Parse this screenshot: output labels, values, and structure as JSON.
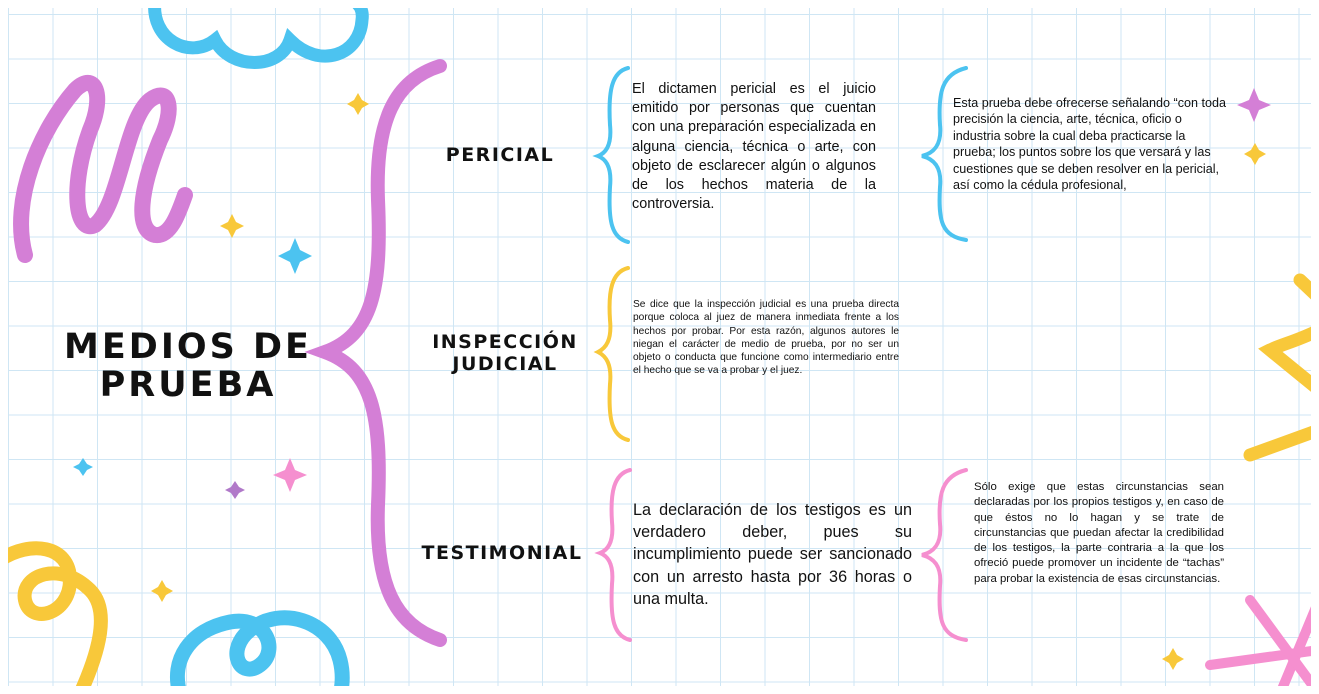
{
  "title": "MEDIOS DE PRUEBA",
  "colors": {
    "purple": "#d47fd6",
    "blue": "#4cc3f0",
    "yellow": "#f8c83a",
    "pink": "#f58fcf",
    "grid": "#cfe6f4"
  },
  "categories": {
    "pericial": {
      "label": "PERICIAL",
      "definition": "El dictamen pericial es el juicio emitido por personas que cuentan con una preparación especializada en alguna ciencia, técnica o arte, con objeto de esclarecer algún o algunos de los hechos materia de la controversia.",
      "requirement": "Esta prueba debe ofrecerse señalando “con toda precisión la ciencia, arte, técnica, oficio o industria sobre la cual deba practicarse la prueba; los puntos sobre los que versará y las cuestiones que se deben resolver en la pericial, así como la cédula profesional,"
    },
    "inspeccion": {
      "label": "INSPECCIÓN JUDICIAL",
      "definition": "Se dice que la inspección judicial es una prueba directa porque coloca al juez de manera inmediata frente a los hechos por probar. Por esta razón, algunos autores le niegan el carácter de medio de prueba, por no ser un objeto o conducta que funcione como intermediario entre el hecho que se va a probar y el juez."
    },
    "testimonial": {
      "label": "TESTIMONIAL",
      "definition": "La declaración de los testigos es un verdadero deber, pues su incumplimiento puede ser sancionado con un arresto hasta por 36 horas o una multa.",
      "requirement": "Sólo exige que estas circunstancias sean declaradas por los propios testigos y, en caso de que éstos no lo hagan y se trate de circunstancias que puedan afectar la credibilidad de los testigos, la parte contraria a la que los ofreció puede promover un incidente de “tachas” para probar la existencia de esas circunstancias."
    }
  }
}
